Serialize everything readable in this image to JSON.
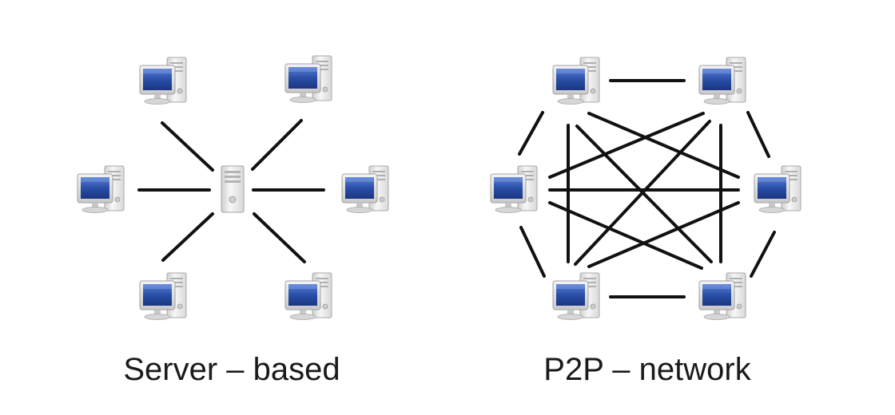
{
  "diagrams": [
    {
      "id": "server-based",
      "caption": "Server – based",
      "hub": "server",
      "nodes": [
        "top-left",
        "top-right",
        "left",
        "right",
        "bottom-left",
        "bottom-right"
      ],
      "topology": "star",
      "node_icon": "desktop-computer-icon",
      "hub_icon": "server-tower-icon"
    },
    {
      "id": "p2p-network",
      "caption": "P2P – network",
      "nodes": [
        "top-left",
        "top-right",
        "left",
        "right",
        "bottom-left",
        "bottom-right"
      ],
      "topology": "full-mesh",
      "node_icon": "desktop-computer-icon"
    }
  ],
  "colors": {
    "line": "#111111",
    "monitor_screen": "#2a4fa8",
    "monitor_frame": "#e6e6e6",
    "tower": "#f0f0f0"
  }
}
